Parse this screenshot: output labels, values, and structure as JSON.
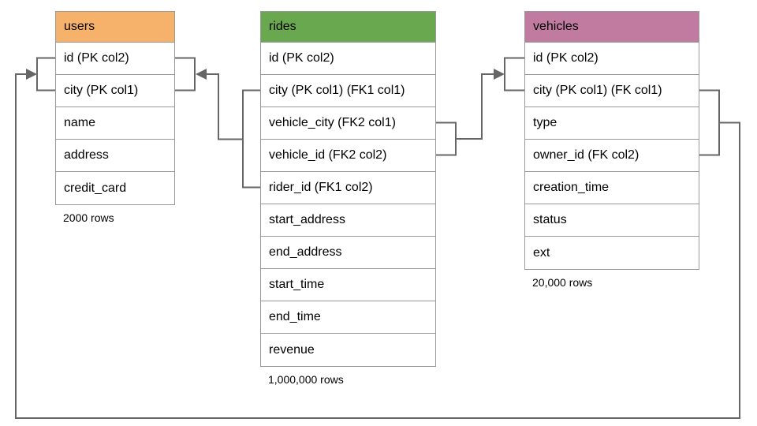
{
  "diagram": {
    "line_color": "#666666",
    "border_color": "#999999",
    "tables": [
      {
        "name": "users",
        "header_color": "#F6B26B",
        "columns": [
          "id (PK col2)",
          "city (PK col1)",
          "name",
          "address",
          "credit_card"
        ],
        "row_count": "2000 rows"
      },
      {
        "name": "rides",
        "header_color": "#6AA84F",
        "columns": [
          "id (PK col2)",
          "city (PK col1) (FK1 col1)",
          "vehicle_city (FK2 col1)",
          "vehicle_id (FK2 col2)",
          "rider_id (FK1 col2)",
          "start_address",
          "end_address",
          "start_time",
          "end_time",
          "revenue"
        ],
        "row_count": "1,000,000 rows"
      },
      {
        "name": "vehicles",
        "header_color": "#C27BA0",
        "columns": [
          "id (PK col2)",
          "city (PK col1) (FK col1)",
          "type",
          "owner_id (FK col2)",
          "creation_time",
          "status",
          "ext"
        ],
        "row_count": "20,000 rows"
      }
    ],
    "relationships": [
      {
        "label": "FK1",
        "from_table": "rides",
        "from_columns": [
          "city (PK col1) (FK1 col1)",
          "rider_id (FK1 col2)"
        ],
        "to_table": "users",
        "to_columns": [
          "id (PK col2)",
          "city (PK col1)"
        ]
      },
      {
        "label": "FK2",
        "from_table": "rides",
        "from_columns": [
          "vehicle_city (FK2 col1)",
          "vehicle_id (FK2 col2)"
        ],
        "to_table": "vehicles",
        "to_columns": [
          "id (PK col2)",
          "city (PK col1) (FK col1)"
        ]
      },
      {
        "label": "FK",
        "from_table": "vehicles",
        "from_columns": [
          "city (PK col1) (FK col1)",
          "owner_id (FK col2)"
        ],
        "to_table": "users",
        "to_columns": [
          "id (PK col2)",
          "city (PK col1)"
        ]
      }
    ]
  }
}
